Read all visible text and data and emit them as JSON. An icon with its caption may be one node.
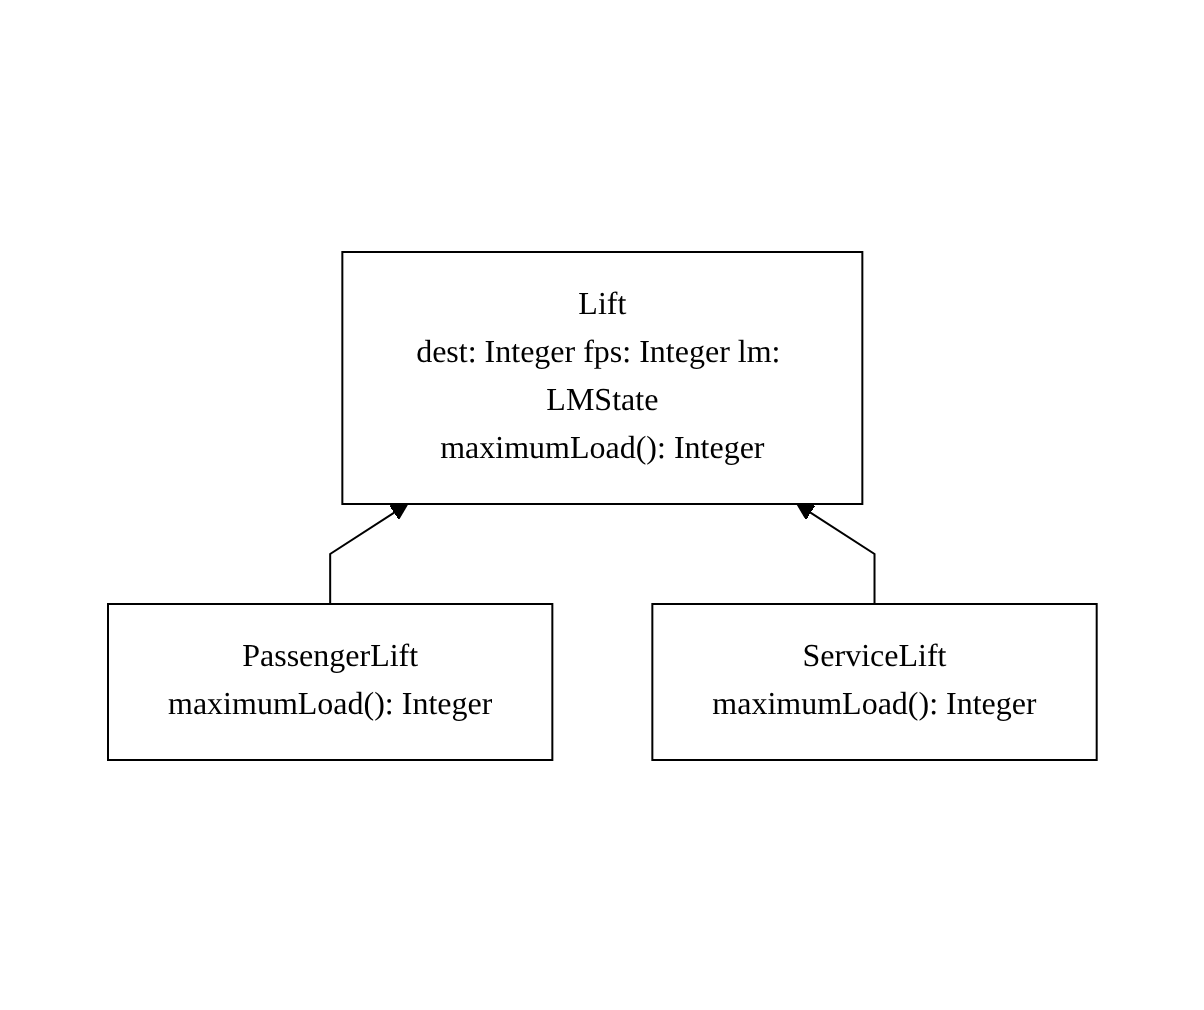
{
  "diagram": {
    "nodes": [
      {
        "text": [
          "Lift",
          "dest: Integer fps: Integer lm: LMState",
          "maximumLoad(): Integer"
        ]
      },
      {
        "text": [
          "PassengerLift",
          "maximumLoad(): Integer"
        ]
      },
      {
        "text": [
          "ServiceLift",
          "maximumLoad(): Integer"
        ]
      }
    ],
    "edges": [
      {
        "from": 1,
        "to": 0,
        "arrow": "to"
      },
      {
        "from": 2,
        "to": 0,
        "arrow": "to"
      }
    ]
  }
}
